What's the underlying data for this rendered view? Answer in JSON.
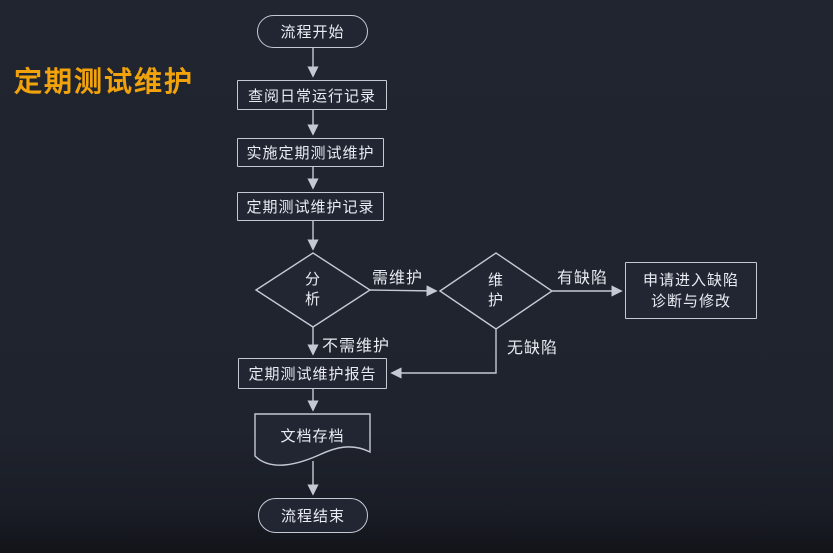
{
  "title": {
    "text": "定期测试维护"
  },
  "colors": {
    "background": "#20242E",
    "line": "#C4C9D3",
    "node_text": "#E9ECF2",
    "title_accent": "#F2A30C"
  },
  "nodes": {
    "start": {
      "type": "terminator",
      "label": "流程开始"
    },
    "review": {
      "type": "process",
      "label": "查阅日常运行记录"
    },
    "implement": {
      "type": "process",
      "label": "实施定期测试维护"
    },
    "record": {
      "type": "process",
      "label": "定期测试维护记录"
    },
    "analysis": {
      "type": "decision",
      "label": "分析",
      "lines": [
        "分",
        "析"
      ]
    },
    "maintain": {
      "type": "decision",
      "label": "维护",
      "lines": [
        "维",
        "护"
      ]
    },
    "defect_fix": {
      "type": "process",
      "label": "申请进入缺陷诊断与修改",
      "lines": [
        "申请进入缺陷",
        "诊断与修改"
      ]
    },
    "report": {
      "type": "process",
      "label": "定期测试维护报告"
    },
    "archive": {
      "type": "document",
      "label": "文档存档"
    },
    "end": {
      "type": "terminator",
      "label": "流程结束"
    }
  },
  "edge_labels": {
    "needs_maintenance": "需维护",
    "no_maintenance": "不需维护",
    "has_defect": "有缺陷",
    "no_defect": "无缺陷"
  }
}
